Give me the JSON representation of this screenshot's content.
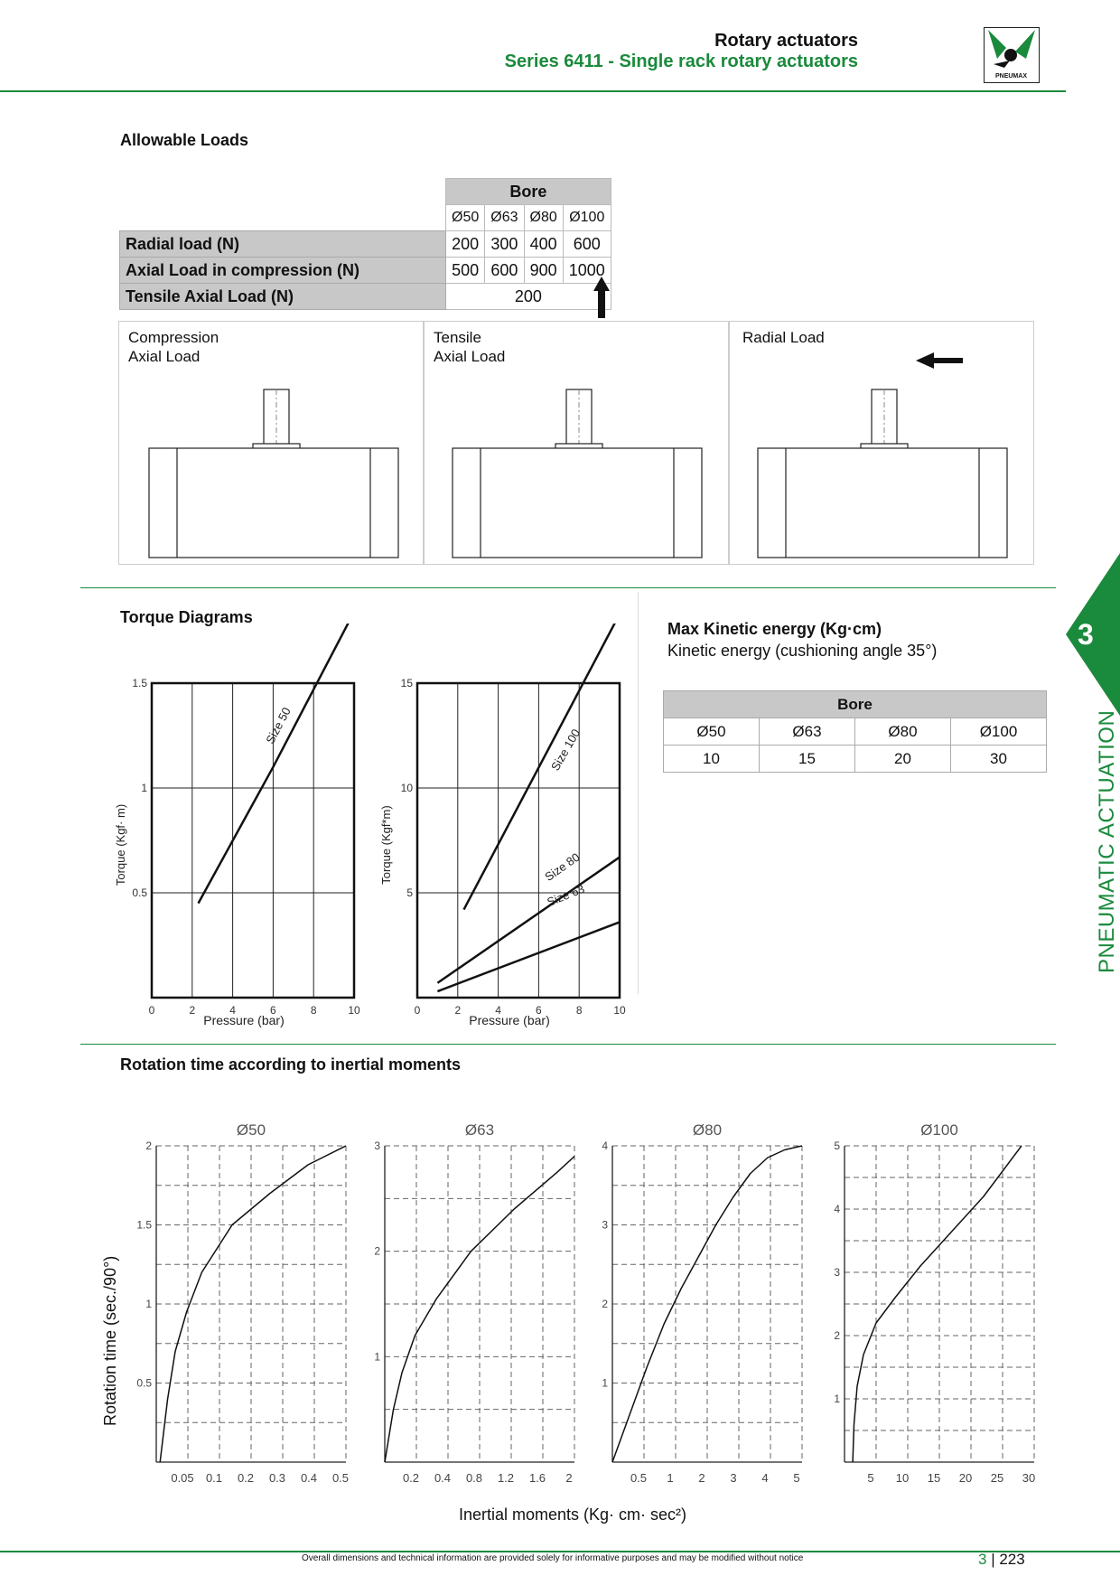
{
  "header": {
    "title": "Rotary actuators",
    "subtitle": "Series 6411 - Single rack rotary actuators",
    "logo_text": "PNEUMAX"
  },
  "allowable_loads": {
    "title": "Allowable Loads",
    "bore_label": "Bore",
    "bores": [
      "Ø50",
      "Ø63",
      "Ø80",
      "Ø100"
    ],
    "rows": [
      {
        "label": "Radial load (N)",
        "values": [
          "200",
          "300",
          "400",
          "600"
        ]
      },
      {
        "label": "Axial Load in compression (N)",
        "values": [
          "500",
          "600",
          "900",
          "1000"
        ]
      },
      {
        "label": "Tensile Axial Load (N)",
        "merged_value": "200"
      }
    ]
  },
  "load_cases": [
    {
      "line1": "Compression",
      "line2": "Axial Load"
    },
    {
      "line1": "Tensile",
      "line2": "Axial Load"
    },
    {
      "line1": "Radial Load",
      "line2": ""
    }
  ],
  "torque": {
    "title": "Torque Diagrams",
    "left": {
      "ylabel": "Torque (Kgf· m)",
      "xlabel": "Pressure (bar)",
      "yticks": [
        "0.5",
        "1",
        "1.5"
      ],
      "xticks": [
        "0",
        "2",
        "4",
        "6",
        "8",
        "10"
      ],
      "series": [
        {
          "name": "Size 50"
        }
      ]
    },
    "right": {
      "ylabel": "Torque (Kgf*m)",
      "xlabel": "Pressure (bar)",
      "yticks": [
        "5",
        "10",
        "15"
      ],
      "xticks": [
        "0",
        "2",
        "4",
        "6",
        "8",
        "10"
      ],
      "series": [
        {
          "name": "Size 100"
        },
        {
          "name": "Size 80"
        },
        {
          "name": "Size 63"
        }
      ]
    }
  },
  "kinetic": {
    "title": "Max Kinetic energy (Kg·cm)",
    "subtitle": "Kinetic energy (cushioning angle 35°)",
    "bore_label": "Bore",
    "bores": [
      "Ø50",
      "Ø63",
      "Ø80",
      "Ø100"
    ],
    "values": [
      "10",
      "15",
      "20",
      "30"
    ]
  },
  "side_tab": {
    "number": "3",
    "label": "PNEUMATIC ACTUATION"
  },
  "rotation": {
    "title": "Rotation time according to inertial moments",
    "ylabel": "Rotation time (sec./90°)",
    "xlabel": "Inertial moments (Kg· cm· sec²)"
  },
  "chart_data": [
    {
      "type": "line",
      "title": "",
      "xlabel": "Pressure (bar)",
      "ylabel": "Torque (Kgf· m)",
      "xlim": [
        0,
        10
      ],
      "ylim": [
        0,
        1.5
      ],
      "x_ticks": [
        0,
        2,
        4,
        6,
        8,
        10
      ],
      "y_ticks": [
        0.5,
        1,
        1.5
      ],
      "grid": true,
      "series": [
        {
          "name": "Size 50",
          "x": [
            2.3,
            6,
            10
          ],
          "y": [
            0.45,
            1.1,
            1.84
          ]
        }
      ]
    },
    {
      "type": "line",
      "title": "",
      "xlabel": "Pressure (bar)",
      "ylabel": "Torque (Kgf*m)",
      "xlim": [
        0,
        10
      ],
      "ylim": [
        0,
        15
      ],
      "x_ticks": [
        0,
        2,
        4,
        6,
        8,
        10
      ],
      "y_ticks": [
        5,
        10,
        15
      ],
      "grid": true,
      "series": [
        {
          "name": "Size 100",
          "x": [
            2.3,
            10
          ],
          "y": [
            4.2,
            18.3
          ]
        },
        {
          "name": "Size 80",
          "x": [
            1,
            10
          ],
          "y": [
            0.7,
            6.7
          ]
        },
        {
          "name": "Size 63",
          "x": [
            1,
            10
          ],
          "y": [
            0.3,
            3.6
          ]
        }
      ]
    },
    {
      "type": "line",
      "title": "Ø50",
      "xlim": [
        0,
        0.5
      ],
      "ylim": [
        0,
        2
      ],
      "x_ticks": [
        "0.05",
        "0.1",
        "0.2",
        "0.3",
        "0.4",
        "0.5"
      ],
      "y_ticks": [
        "0.5",
        "1",
        "1.5",
        "2"
      ],
      "grid": true,
      "series": [
        {
          "x": [
            0.01,
            0.03,
            0.05,
            0.08,
            0.12,
            0.2,
            0.3,
            0.4,
            0.5
          ],
          "y": [
            0,
            0.4,
            0.7,
            0.95,
            1.2,
            1.5,
            1.7,
            1.88,
            2.0
          ]
        }
      ]
    },
    {
      "type": "line",
      "title": "Ø63",
      "xlim": [
        0,
        2.2
      ],
      "ylim": [
        0,
        3
      ],
      "x_ticks": [
        "0.2",
        "0.4",
        "0.8",
        "1.2",
        "1.6",
        "2"
      ],
      "y_ticks": [
        "1",
        "2",
        "3"
      ],
      "grid": true,
      "series": [
        {
          "x": [
            0,
            0.1,
            0.2,
            0.35,
            0.6,
            1.0,
            1.5,
            2.0,
            2.2
          ],
          "y": [
            0,
            0.5,
            0.85,
            1.2,
            1.55,
            2.0,
            2.4,
            2.75,
            2.9
          ]
        }
      ]
    },
    {
      "type": "line",
      "title": "Ø80",
      "xlim": [
        0,
        5.5
      ],
      "ylim": [
        0,
        4
      ],
      "x_ticks": [
        "0.5",
        "1",
        "2",
        "3",
        "4",
        "5"
      ],
      "y_ticks": [
        "1",
        "2",
        "3",
        "4"
      ],
      "grid": true,
      "series": [
        {
          "x": [
            0,
            0.5,
            1,
            1.5,
            2,
            2.5,
            3,
            3.5,
            4,
            4.5,
            5,
            5.5
          ],
          "y": [
            0,
            0.6,
            1.2,
            1.75,
            2.2,
            2.6,
            3.0,
            3.35,
            3.65,
            3.85,
            3.95,
            4.0
          ]
        }
      ]
    },
    {
      "type": "line",
      "title": "Ø100",
      "xlim": [
        0,
        30
      ],
      "ylim": [
        0,
        5
      ],
      "x_ticks": [
        "5",
        "10",
        "15",
        "20",
        "25",
        "30"
      ],
      "y_ticks": [
        "1",
        "2",
        "3",
        "4",
        "5"
      ],
      "grid": true,
      "series": [
        {
          "x": [
            1.3,
            1.5,
            2,
            3,
            5,
            8,
            12,
            17,
            22,
            28
          ],
          "y": [
            0,
            0.6,
            1.2,
            1.7,
            2.2,
            2.6,
            3.1,
            3.65,
            4.2,
            5.0
          ]
        }
      ]
    }
  ]
}
